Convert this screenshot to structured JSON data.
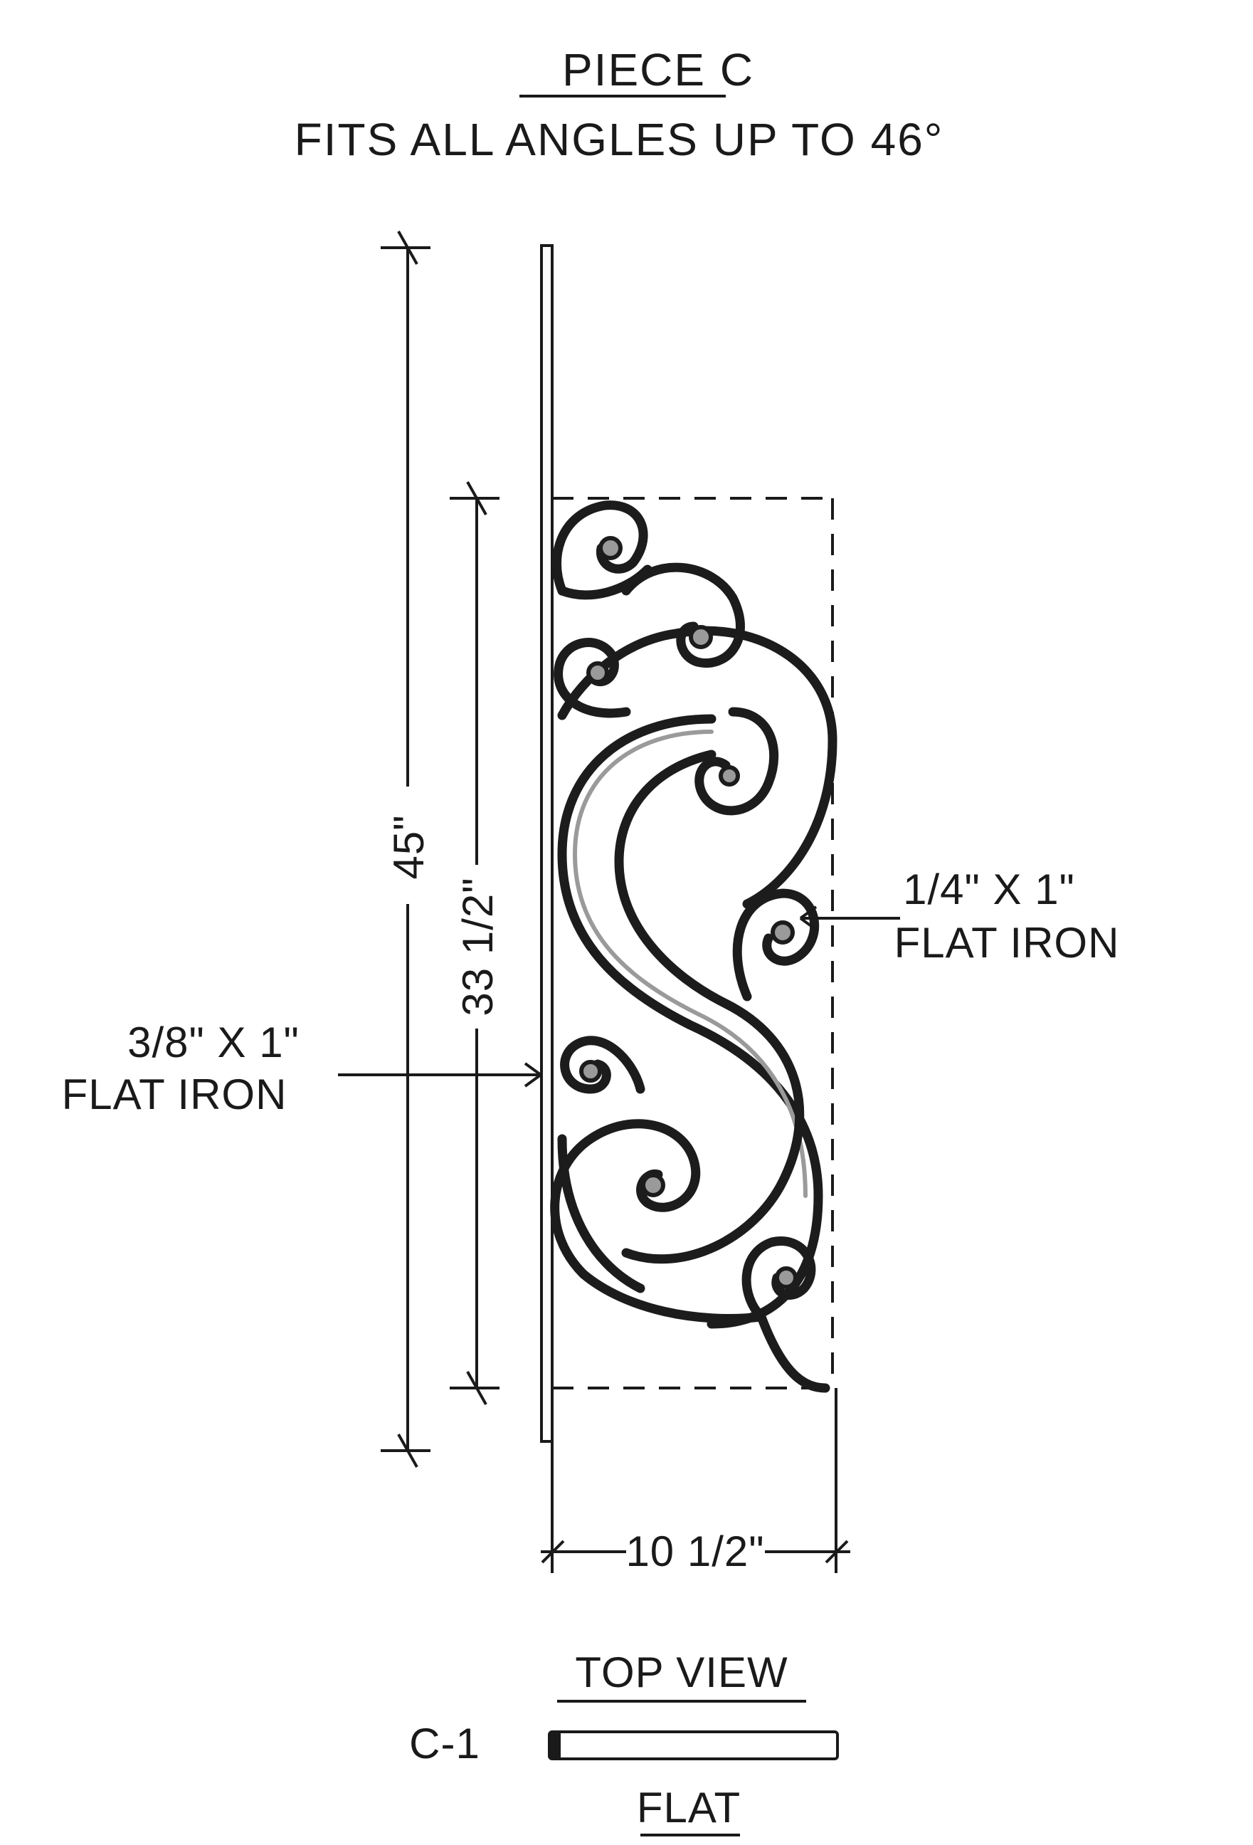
{
  "header": {
    "title": "PIECE C",
    "subtitle": "FITS ALL ANGLES UP TO 46°"
  },
  "dimensions": {
    "overall_height": "45\"",
    "panel_height": "33 1/2\"",
    "panel_width": "10 1/2\""
  },
  "callouts": {
    "post_material_line1": "3/8\"  X 1\"",
    "post_material_line2": "FLAT IRON",
    "scroll_material_line1": "1/4\" X 1\"",
    "scroll_material_line2": "FLAT IRON"
  },
  "top_view": {
    "heading": "TOP VIEW",
    "code": "C-1",
    "caption": "FLAT"
  }
}
